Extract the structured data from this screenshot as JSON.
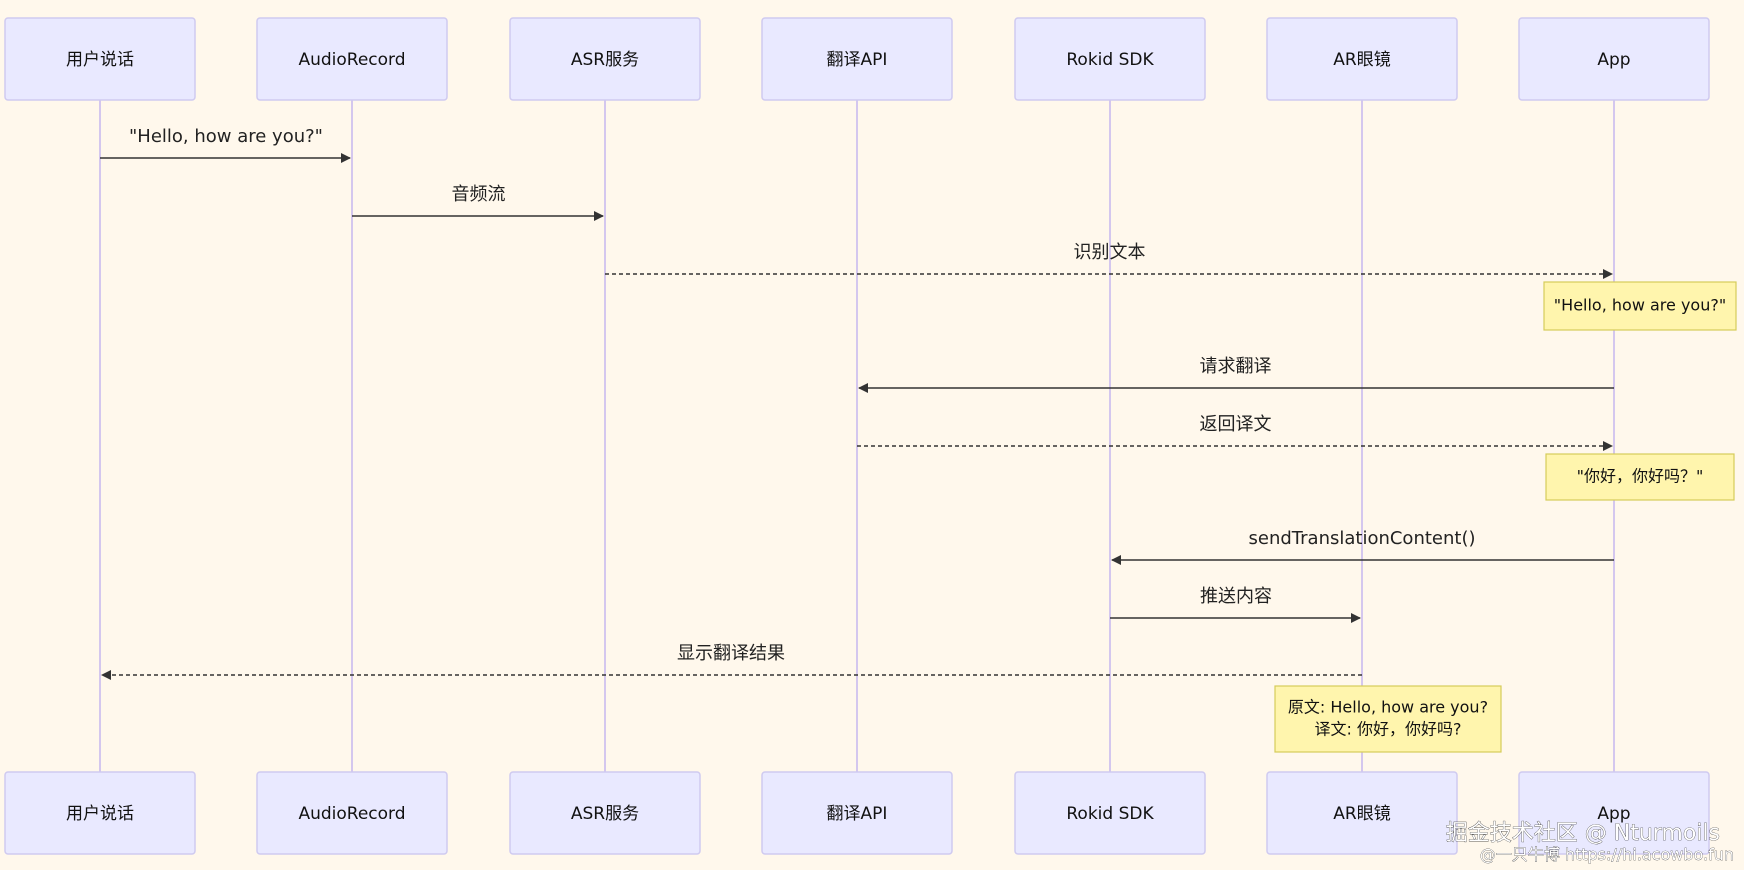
{
  "participants": [
    {
      "id": "user",
      "label": "用户说话"
    },
    {
      "id": "audio",
      "label": "AudioRecord"
    },
    {
      "id": "asr",
      "label": "ASR服务"
    },
    {
      "id": "trans",
      "label": "翻译API"
    },
    {
      "id": "rokid",
      "label": "Rokid SDK"
    },
    {
      "id": "ar",
      "label": "AR眼镜"
    },
    {
      "id": "app",
      "label": "App"
    }
  ],
  "messages": [
    {
      "from": "user",
      "to": "audio",
      "label": "\"Hello, how are you?\"",
      "style": "solid"
    },
    {
      "from": "audio",
      "to": "asr",
      "label": "音频流",
      "style": "solid"
    },
    {
      "from": "asr",
      "to": "app",
      "label": "识别文本",
      "style": "dashed"
    },
    {
      "from": "app",
      "to": "trans",
      "label": "请求翻译",
      "style": "solid"
    },
    {
      "from": "trans",
      "to": "app",
      "label": "返回译文",
      "style": "dashed"
    },
    {
      "from": "app",
      "to": "rokid",
      "label": "sendTranslationContent()",
      "style": "solid"
    },
    {
      "from": "rokid",
      "to": "ar",
      "label": "推送内容",
      "style": "solid"
    },
    {
      "from": "ar",
      "to": "user",
      "label": "显示翻译结果",
      "style": "dashed"
    }
  ],
  "notes": [
    {
      "over": "app",
      "lines": [
        "\"Hello, how are you?\""
      ]
    },
    {
      "over": "app",
      "lines": [
        "\"你好，你好吗？\""
      ]
    },
    {
      "over": "ar",
      "lines": [
        "原文: Hello, how are you?",
        "译文: 你好，你好吗?"
      ]
    }
  ],
  "watermark": {
    "line1": "掘金技术社区 @ Nturmoils",
    "line2": "@一只牛博 https://hi.acowbo.fun"
  }
}
